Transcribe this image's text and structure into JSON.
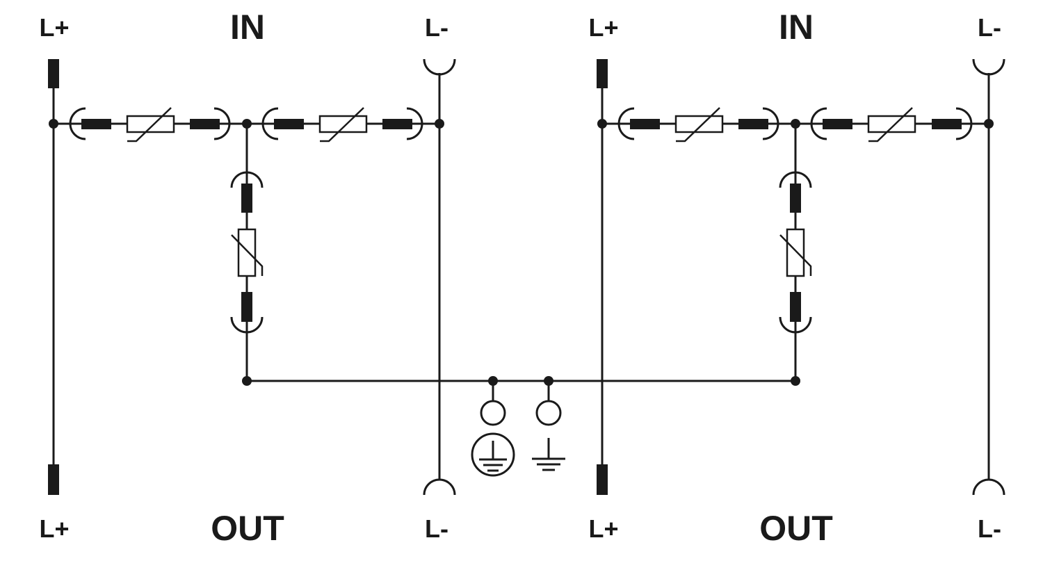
{
  "colors": {
    "ink": "#1a1a1a",
    "background": "#ffffff"
  },
  "left_section": {
    "top_left": "L+",
    "top_center": "IN",
    "top_right": "L-",
    "bottom_left": "L+",
    "bottom_center": "OUT",
    "bottom_right": "L-"
  },
  "right_section": {
    "top_left": "L+",
    "top_center": "IN",
    "top_right": "L-",
    "bottom_left": "L+",
    "bottom_center": "OUT",
    "bottom_right": "L-"
  },
  "symbols": [
    "varistor",
    "gas-discharge-plug",
    "terminal-block",
    "protective-earth-icon",
    "ground-icon"
  ]
}
